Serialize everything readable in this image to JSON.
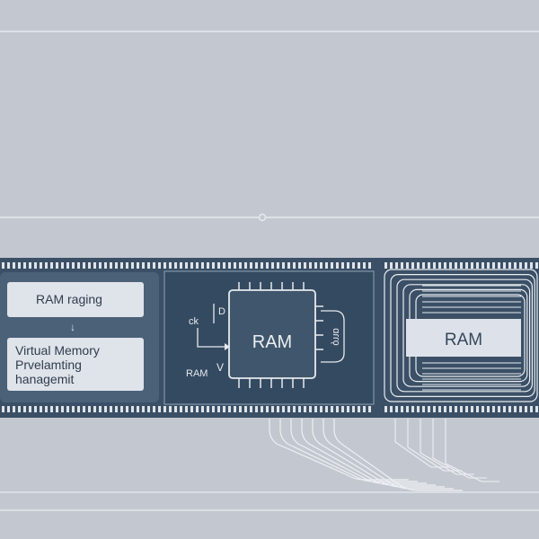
{
  "colors": {
    "background": "#c3c8d0",
    "strip": "#3b5066",
    "panel_dark": "#344a60",
    "chip": "#40566c",
    "box_fill": "#dfe3ea",
    "ram_box": "#dde2ea",
    "line_light": "#e6eaef",
    "trace_light": "#eceff3"
  },
  "left_panel": {
    "box_top": "RAM raging",
    "arrow": "↓",
    "box_bottom": [
      "Virtual Memory",
      "Prvelamting",
      "hanagemit"
    ]
  },
  "center_panel": {
    "chip_label": "RAM",
    "pin_labels": [
      "ck",
      "D",
      "RAM",
      "V"
    ],
    "side_glyph": "ɑɾɾǫ"
  },
  "right_panel": {
    "chip_label": "RAM"
  }
}
